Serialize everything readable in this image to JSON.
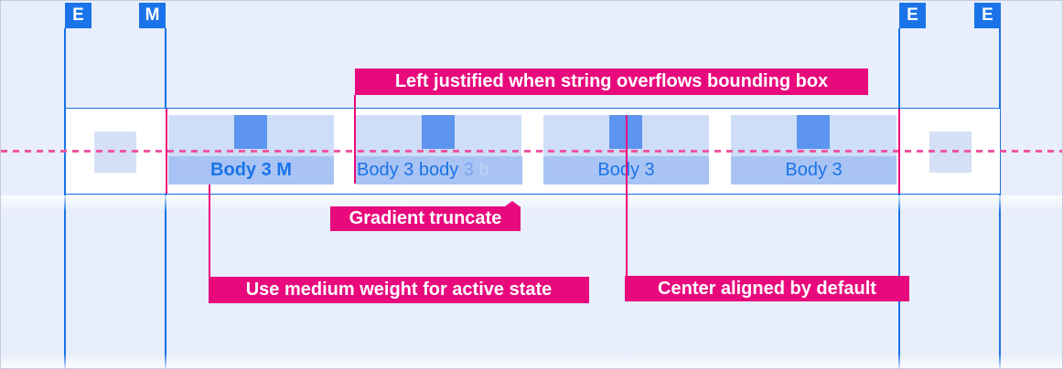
{
  "markers": {
    "left_edge": "E",
    "left_margin": "M",
    "right_margin": "E",
    "right_edge": "E"
  },
  "tab_bar": {
    "active_tab": {
      "label": "Body 3 M"
    },
    "truncated_tab": {
      "segments": {
        "solid": "Body 3 body ",
        "fade_mid": "3 ",
        "fade_end": "b"
      }
    },
    "tab3": {
      "label": "Body 3"
    },
    "tab4": {
      "label": "Body 3"
    }
  },
  "annotations": {
    "left_justified": "Left justified when string overflows bounding box",
    "gradient_truncate": "Gradient truncate",
    "medium_weight": "Use medium weight for active state",
    "center_aligned": "Center aligned by default"
  },
  "colors": {
    "accent_blue": "#1a73e8",
    "annotation_pink": "#e80a7d",
    "dashed_baseline_pink": "#ef55a2",
    "background": "#e8eefb",
    "tab_padding_fill": "#cedef8",
    "tab_label_fill": "#a9c4f4",
    "icon_fill": "#5d94ef",
    "spacer_fill": "#d5e0f6"
  }
}
